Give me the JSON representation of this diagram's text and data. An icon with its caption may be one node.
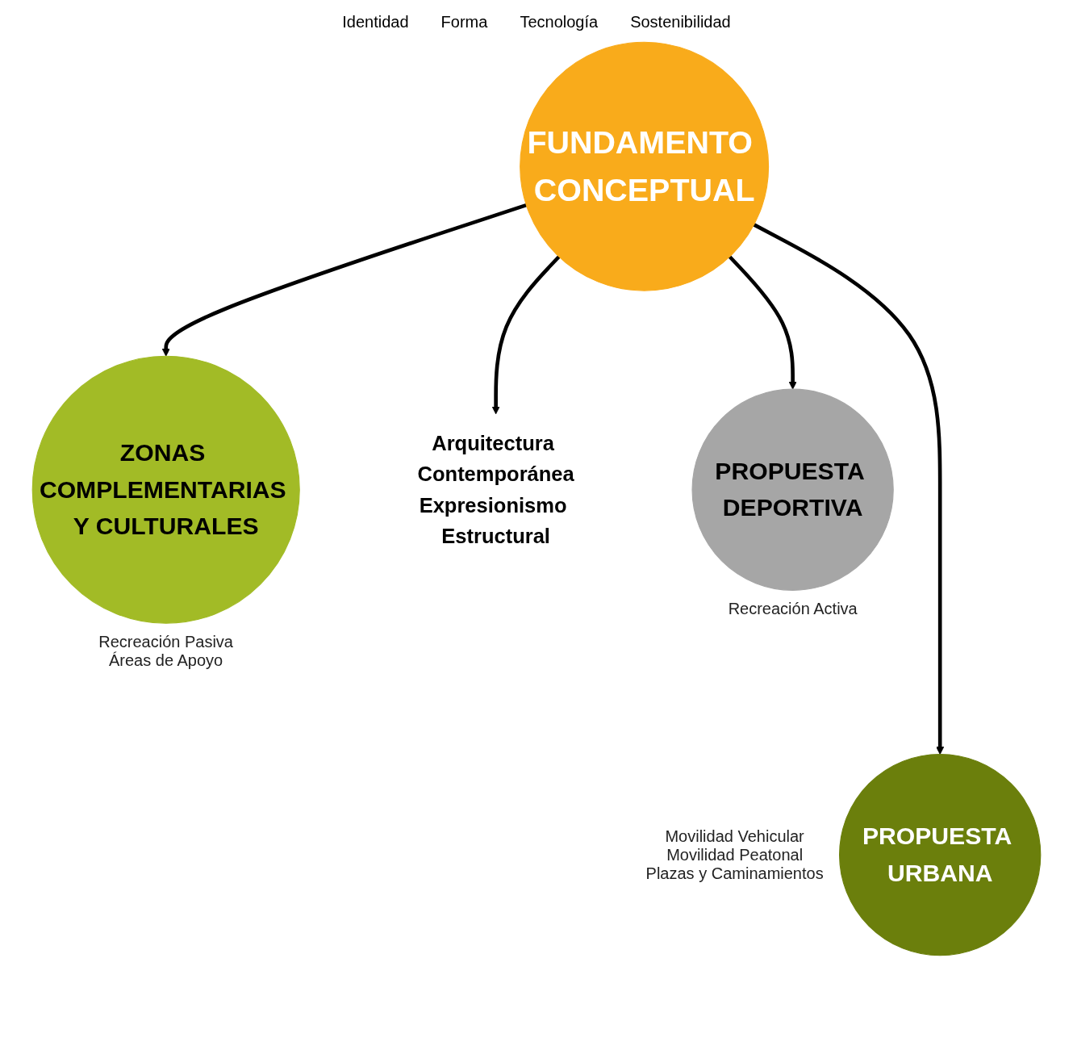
{
  "diagram": {
    "nodes": [
      {
        "text": [
          "ZONAS COMPLEMENTARIAS Y CULTURALES"
        ],
        "beside": [
          "Recreación Pasiva",
          "Áreas de Apoyo"
        ]
      },
      {
        "text": [
          "Arquitectura Contemporánea",
          "Expresionismo Estructural"
        ]
      },
      {
        "text": [
          "PROPUESTA DEPORTIVA"
        ],
        "beside": [
          "Recreación Activa"
        ]
      },
      {
        "text": [
          "FUNDAMENTO CONCEPTUAL"
        ]
      },
      {
        "text": [
          "PROPUESTA URBANA"
        ],
        "beside": [
          "Movilidad Vehicular",
          "Movilidad Peatonal",
          "Plazas y Caminamientos"
        ]
      }
    ],
    "edges": [
      {
        "from": 3,
        "to": 0,
        "arrow": "to"
      },
      {
        "from": 3,
        "to": 1,
        "arrow": "to"
      },
      {
        "from": 3,
        "to": 2,
        "arrow": "to"
      },
      {
        "from": 3,
        "to": 4,
        "arrow": "to"
      }
    ],
    "labels": [
      "Identidad",
      "Forma",
      "Tecnología",
      "Sostenibilidad"
    ]
  }
}
